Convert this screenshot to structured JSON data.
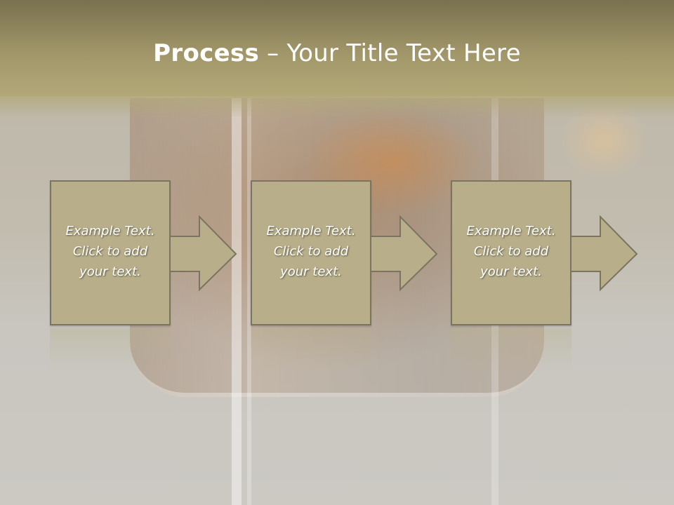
{
  "slide": {
    "title_bold": "Process",
    "title_rest": " – Your Title Text Here"
  },
  "steps": [
    {
      "text": "Example Text.\nClick  to add\nyour text."
    },
    {
      "text": "Example Text.\nClick  to add\nyour text."
    },
    {
      "text": "Example Text.\nClick  to add\nyour text."
    }
  ],
  "colors": {
    "title_bar": "#a19669",
    "box_fill": "#b8af8a",
    "box_border": "#7a7460",
    "text": "#ffffff"
  },
  "icons": [
    "right-arrow-icon"
  ]
}
